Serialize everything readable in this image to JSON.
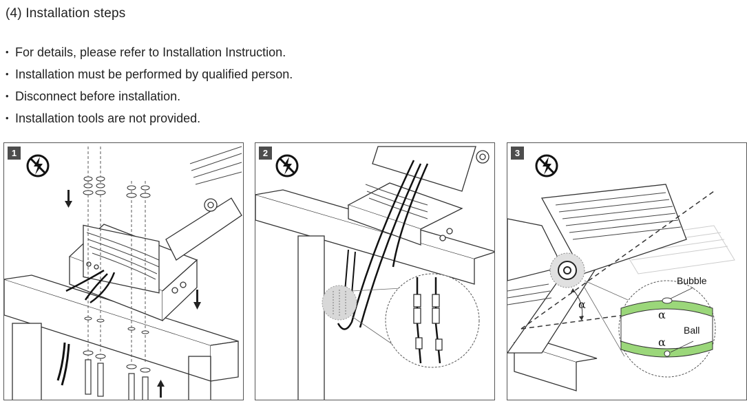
{
  "section_heading": "(4) Installation steps",
  "notes": [
    "For details, please refer to Installation Instruction.",
    "Installation must be performed by qualified person.",
    "Disconnect before installation.",
    "Installation tools are not provided."
  ],
  "steps": [
    {
      "number": "1",
      "warning_icon": "no-electricity-icon"
    },
    {
      "number": "2",
      "warning_icon": "no-electricity-icon"
    },
    {
      "number": "3",
      "warning_icon": "no-electricity-icon",
      "callouts": {
        "bubble": "Bubble",
        "ball": "Ball",
        "angle_symbol": "α"
      }
    }
  ]
}
